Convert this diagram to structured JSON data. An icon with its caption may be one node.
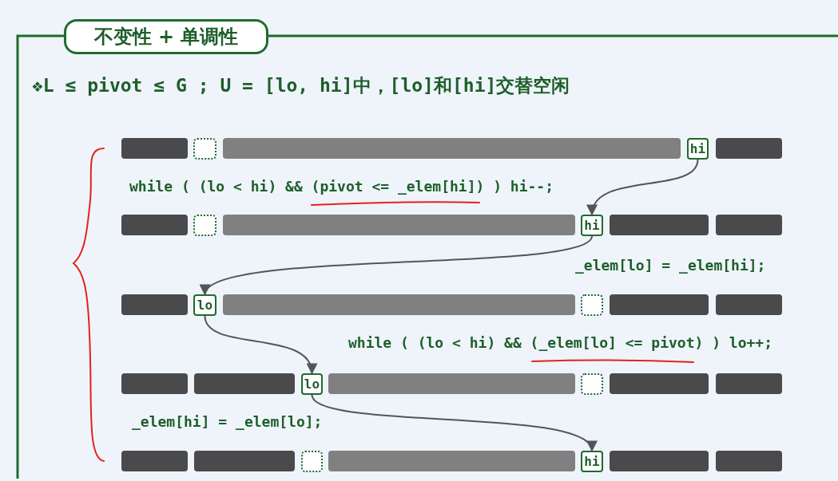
{
  "diagram": {
    "nodes": [
      {
        "text": [
          "不变性 + 单调性"
        ]
      },
      {
        "text": [
          "hi"
        ]
      },
      {
        "text": [
          "hi"
        ]
      },
      {
        "text": [
          "lo"
        ]
      },
      {
        "text": [
          "lo"
        ]
      },
      {
        "text": [
          "hi"
        ]
      }
    ],
    "edges": [
      {
        "from": 1,
        "to": 2,
        "arrow": "to"
      },
      {
        "from": 2,
        "to": 3,
        "arrow": "to"
      },
      {
        "from": 3,
        "to": 4,
        "arrow": "to"
      },
      {
        "from": 4,
        "to": 5,
        "arrow": "to"
      }
    ],
    "labels": [
      "❖L ≤ pivot ≤ G ; U = [lo, hi]中，[lo]和[hi]交替空闲",
      "while ( (lo < hi) && (pivot <= _elem[hi]) ) hi--;",
      "_elem[lo] = _elem[hi];",
      "while ( (lo < hi) && (_elem[lo] <= pivot) ) lo++;",
      "_elem[hi] = _elem[lo];"
    ]
  }
}
